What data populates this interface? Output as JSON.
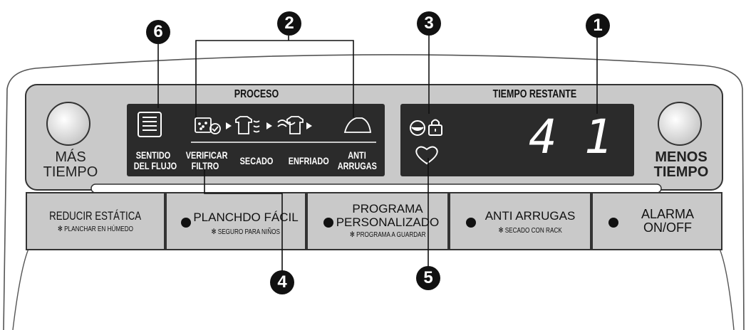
{
  "panel": {
    "proceso_title": "PROCESO",
    "tiempo_title": "TIEMPO RESTANTE",
    "time_display": "41"
  },
  "knobs": {
    "left_label": [
      "MÁS",
      "TIEMPO"
    ],
    "right_label": [
      "MENOS",
      "TIEMPO"
    ]
  },
  "process_labels": {
    "sentido": [
      "SENTIDO",
      "DEL FLUJO"
    ],
    "verificar": [
      "VERIFICAR",
      "FILTRO"
    ],
    "secado": "SECADO",
    "enfriado": "ENFRIADO",
    "anti": [
      "ANTI",
      "ARRUGAS"
    ]
  },
  "buttons": [
    {
      "main": [
        "REDUCIR ESTÁTICA"
      ],
      "sub": "✻ PLANCHAR EN HÚMEDO",
      "has_dot": false
    },
    {
      "main": [
        "PLANCHDO FÁCIL"
      ],
      "sub": "✻ SEGURO PARA NIÑOS",
      "has_dot": true
    },
    {
      "main": [
        "PROGRAMA",
        "PERSONALIZADO"
      ],
      "sub": "✻ PROGRAMA A GUARDAR",
      "has_dot": true
    },
    {
      "main": [
        "ANTI ARRUGAS"
      ],
      "sub": "✻ SECADO CON RACK",
      "has_dot": true
    },
    {
      "main": [
        "ALARMA",
        "ON/OFF"
      ],
      "sub": "",
      "has_dot": true
    }
  ],
  "callouts": [
    "1",
    "2",
    "3",
    "4",
    "5",
    "6"
  ],
  "icons": [
    "sentido-flujo-icon",
    "verificar-filtro-icon",
    "secado-icon",
    "enfriado-icon",
    "anti-arrugas-icon",
    "sensor-icon",
    "lock-icon",
    "heart-icon"
  ],
  "colors": {
    "panel": "#c9c9c9",
    "display": "#2b2b2b",
    "outline": "#333333",
    "callout": "#111111"
  }
}
